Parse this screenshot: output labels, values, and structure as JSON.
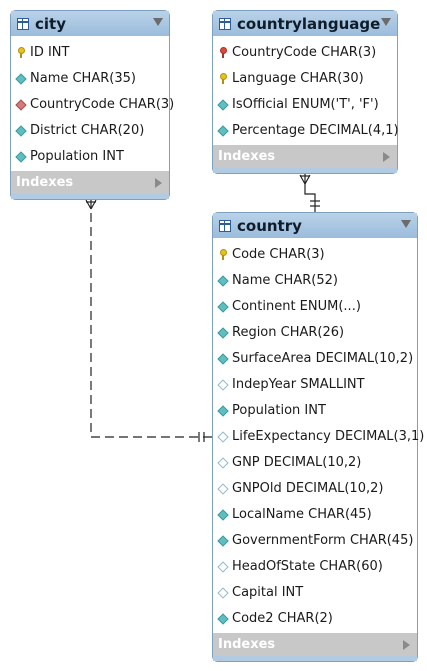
{
  "colors": {
    "header": "#a9c6e3",
    "footer": "#c8c8c8",
    "pk_key": "#e8c21c",
    "fk_key": "#d94b3b",
    "column_diamond": "#5fbfc0",
    "fk_diamond": "#d47a7a",
    "nullable_diamond": "#ffffff"
  },
  "tables": {
    "city": {
      "name": "city",
      "columns": [
        {
          "text": "ID INT",
          "icon": "primary-key-icon"
        },
        {
          "text": "Name CHAR(35)",
          "icon": "column-icon"
        },
        {
          "text": "CountryCode CHAR(3)",
          "icon": "foreign-key-column-icon"
        },
        {
          "text": "District CHAR(20)",
          "icon": "column-icon"
        },
        {
          "text": "Population INT",
          "icon": "column-icon"
        }
      ],
      "footer": "Indexes"
    },
    "countrylanguage": {
      "name": "countrylanguage",
      "columns": [
        {
          "text": "CountryCode CHAR(3)",
          "icon": "foreign-primary-key-icon"
        },
        {
          "text": "Language CHAR(30)",
          "icon": "primary-key-icon"
        },
        {
          "text": "IsOfficial ENUM('T', 'F')",
          "icon": "column-icon"
        },
        {
          "text": "Percentage DECIMAL(4,1)",
          "icon": "column-icon"
        }
      ],
      "footer": "Indexes"
    },
    "country": {
      "name": "country",
      "columns": [
        {
          "text": "Code CHAR(3)",
          "icon": "primary-key-icon"
        },
        {
          "text": "Name CHAR(52)",
          "icon": "column-icon"
        },
        {
          "text": "Continent ENUM(...)",
          "icon": "column-icon"
        },
        {
          "text": "Region CHAR(26)",
          "icon": "column-icon"
        },
        {
          "text": "SurfaceArea DECIMAL(10,2)",
          "icon": "column-icon"
        },
        {
          "text": "IndepYear SMALLINT",
          "icon": "nullable-column-icon"
        },
        {
          "text": "Population INT",
          "icon": "column-icon"
        },
        {
          "text": "LifeExpectancy DECIMAL(3,1)",
          "icon": "nullable-column-icon"
        },
        {
          "text": "GNP DECIMAL(10,2)",
          "icon": "nullable-column-icon"
        },
        {
          "text": "GNPOld DECIMAL(10,2)",
          "icon": "nullable-column-icon"
        },
        {
          "text": "LocalName CHAR(45)",
          "icon": "column-icon"
        },
        {
          "text": "GovernmentForm CHAR(45)",
          "icon": "column-icon"
        },
        {
          "text": "HeadOfState CHAR(60)",
          "icon": "nullable-column-icon"
        },
        {
          "text": "Capital INT",
          "icon": "nullable-column-icon"
        },
        {
          "text": "Code2 CHAR(2)",
          "icon": "column-icon"
        }
      ],
      "footer": "Indexes"
    }
  },
  "relationships": [
    {
      "from": "city",
      "to": "country",
      "style": "dashed",
      "from_end": "many",
      "to_end": "one"
    },
    {
      "from": "countrylanguage",
      "to": "country",
      "style": "solid",
      "from_end": "many",
      "to_end": "one"
    }
  ]
}
